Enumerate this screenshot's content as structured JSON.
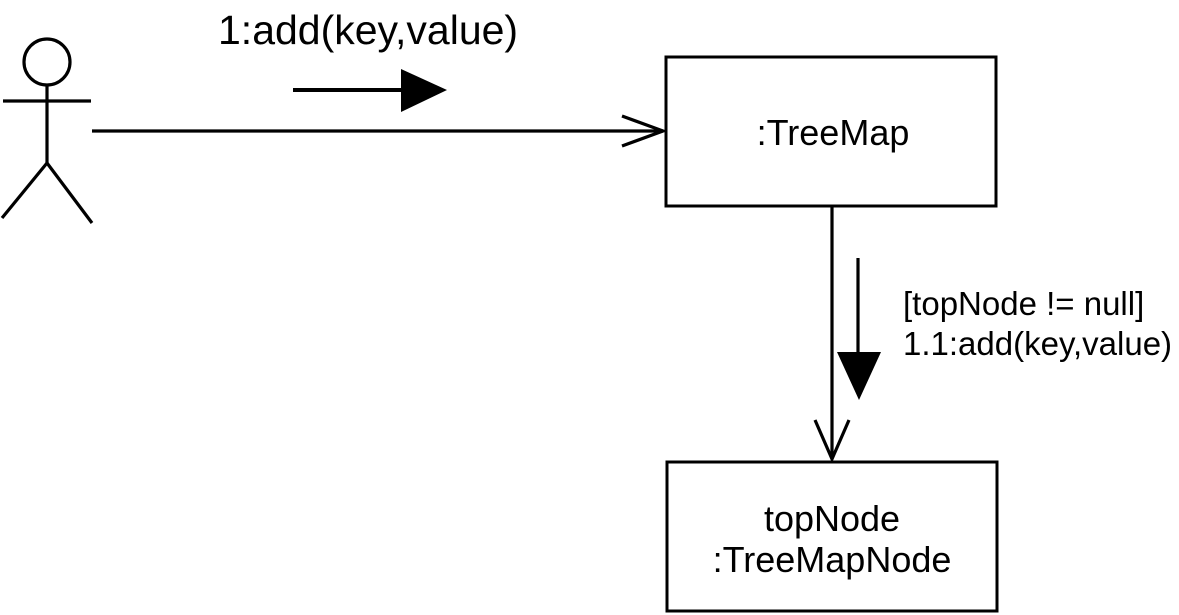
{
  "colors": {
    "background": "#ffffff",
    "line": "#000000"
  },
  "diagram": {
    "messages": {
      "m1": {
        "label": "1:add(key,value)"
      },
      "m2": {
        "guard": "[topNode != null]",
        "label": "1.1:add(key,value)"
      }
    },
    "objects": {
      "treemap": {
        "label": ":TreeMap"
      },
      "topnode": {
        "line1": "topNode",
        "line2": ":TreeMapNode"
      }
    }
  }
}
